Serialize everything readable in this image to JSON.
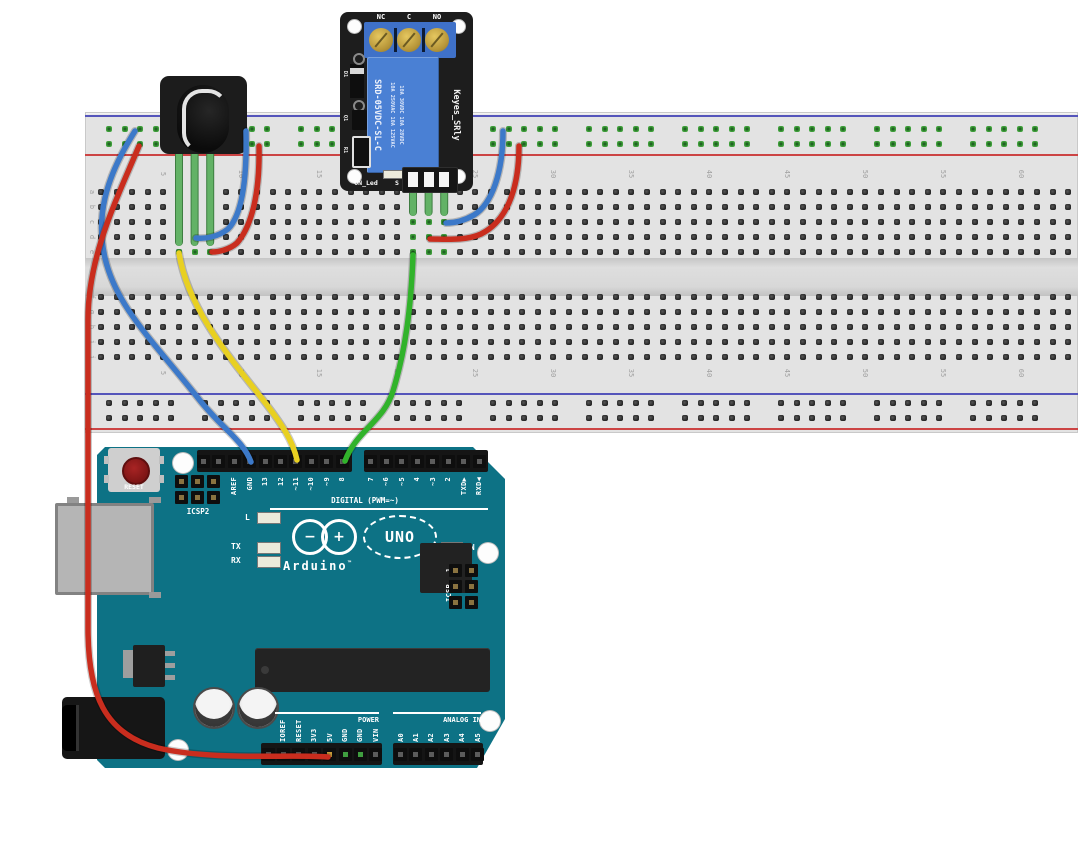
{
  "colors": {
    "wire_red": "#c92d1e",
    "wire_blue": "#3c79c9",
    "wire_yellow": "#e8d021",
    "wire_green": "#31b32b",
    "leg_green": "#63b266",
    "board_teal": "#0d7285",
    "breadboard_bg": "#e3e3e3",
    "rail_blue": "#5555bb",
    "rail_red": "#cc4444",
    "hole_green": "#3fa03a",
    "relay_pcb": "#1d1d1d",
    "relay_blue": "#4a80d4",
    "terminal_blue": "#3f71c8",
    "screw_brass": "#c7a43b"
  },
  "breadboard": {
    "column_numbers": [
      "5",
      "10",
      "15",
      "20",
      "25",
      "30",
      "35",
      "40",
      "45",
      "50",
      "55",
      "60"
    ],
    "row_letters_top": [
      "a",
      "b",
      "c",
      "d",
      "e"
    ],
    "row_letters_bottom": [
      "f",
      "g",
      "h",
      "i",
      "j"
    ]
  },
  "relay": {
    "terminals": [
      "NC",
      "C",
      "NO"
    ],
    "model": "SRD-05VDC-SL-C",
    "rating1": "10A 250VAC 10A 125VAC",
    "rating2": "10A 30VDC  10A 28VDC",
    "brand": "Keyes_SRly",
    "led_label": "ON_Led",
    "pin_s_label": "S",
    "pin_minus_label": "-",
    "d1": "D1",
    "q1": "Q1",
    "r1": "R1"
  },
  "arduino": {
    "reset": "RESET",
    "icsp2": "ICSP2",
    "icsp": "ICSP",
    "icsp_pin1": "1",
    "digital_caption": "DIGITAL (PWM=~)",
    "uno": "UNO",
    "brand": "Arduino",
    "tm": "™",
    "logo_minus": "−",
    "logo_plus": "+",
    "led_l": "L",
    "led_tx": "TX",
    "led_rx": "RX",
    "led_on": "ON",
    "power_caption": "POWER",
    "analog_caption": "ANALOG IN",
    "digital_pins_left": [
      "",
      "",
      "AREF",
      "GND",
      "13",
      "12",
      "~11",
      "~10",
      "~9",
      "8"
    ],
    "digital_pins_right": [
      "7",
      "~6",
      "~5",
      "4",
      "~3",
      "2",
      "TXD▶",
      "RXD◀"
    ],
    "power_pins": [
      "",
      "IOREF",
      "RESET",
      "3V3",
      "5V",
      "GND",
      "GND",
      "VIN"
    ],
    "analog_pins": [
      "A0",
      "A1",
      "A2",
      "A3",
      "A4",
      "A5"
    ]
  }
}
